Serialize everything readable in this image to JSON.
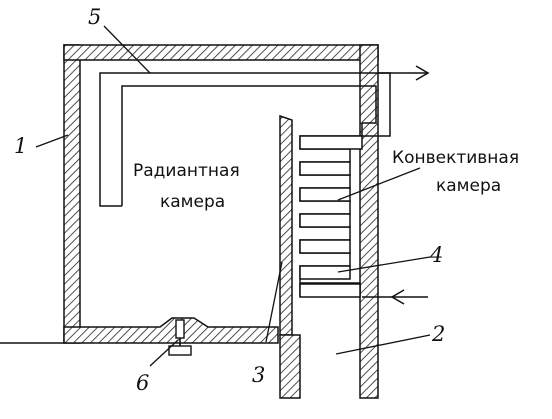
{
  "labels": {
    "radiant_line1": "Радиантная",
    "radiant_line2": "камера",
    "convective_line1": "Конвективная",
    "convective_line2": "камера"
  },
  "callouts": {
    "n1": "1",
    "n2": "2",
    "n3": "3",
    "n4": "4",
    "n5": "5",
    "n6": "6"
  }
}
